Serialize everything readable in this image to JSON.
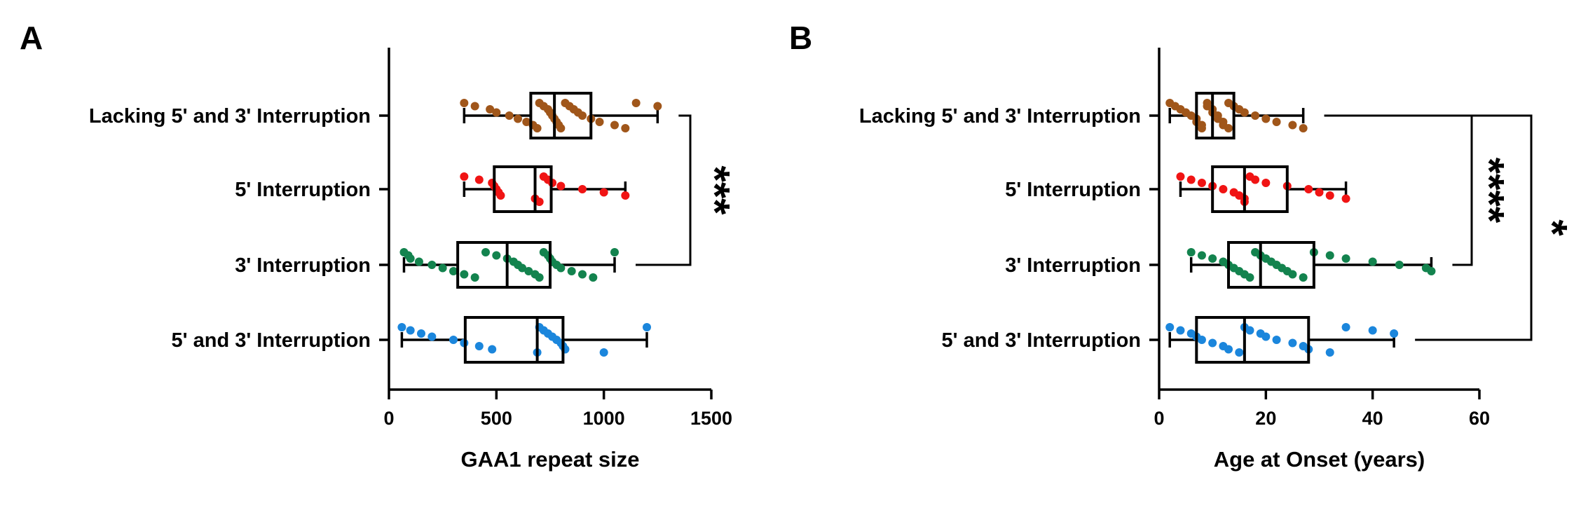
{
  "chart_data": [
    {
      "type": "box",
      "panel": "A",
      "xlabel": "GAA1 repeat size",
      "xlim": [
        0,
        1500
      ],
      "xticks": [
        0,
        500,
        1000,
        1500
      ],
      "categories": [
        "Lacking 5' and 3' Interruption",
        "5' Interruption",
        "3' Interruption",
        "5' and 3' Interruption"
      ],
      "colors": [
        "#A0561A",
        "#F01414",
        "#13834E",
        "#1B86DC"
      ],
      "boxes": [
        {
          "min": 350,
          "q1": 660,
          "median": 770,
          "q3": 940,
          "max": 1250
        },
        {
          "min": 350,
          "q1": 490,
          "median": 680,
          "q3": 755,
          "max": 1100
        },
        {
          "min": 70,
          "q1": 320,
          "median": 550,
          "q3": 750,
          "max": 1050
        },
        {
          "min": 60,
          "q1": 355,
          "median": 690,
          "q3": 810,
          "max": 1200
        }
      ],
      "points": [
        [
          350,
          400,
          470,
          500,
          560,
          600,
          640,
          670,
          690,
          700,
          720,
          740,
          750,
          760,
          770,
          780,
          790,
          800,
          820,
          840,
          860,
          880,
          900,
          940,
          980,
          1050,
          1100,
          1150,
          1250
        ],
        [
          350,
          420,
          480,
          490,
          500,
          510,
          520,
          680,
          700,
          720,
          740,
          760,
          800,
          900,
          1000,
          1100
        ],
        [
          70,
          90,
          100,
          140,
          200,
          250,
          300,
          350,
          400,
          450,
          500,
          550,
          580,
          600,
          620,
          650,
          680,
          700,
          720,
          740,
          750,
          760,
          780,
          800,
          850,
          900,
          950,
          1050
        ],
        [
          60,
          100,
          150,
          200,
          300,
          350,
          420,
          480,
          690,
          700,
          720,
          740,
          760,
          780,
          800,
          810,
          820,
          1000,
          1200
        ]
      ],
      "significance": [
        {
          "from": 0,
          "to": 2,
          "label": "***"
        }
      ]
    },
    {
      "type": "box",
      "panel": "B",
      "xlabel": "Age at Onset (years)",
      "xlim": [
        0,
        60
      ],
      "xticks": [
        0,
        20,
        40,
        60
      ],
      "categories": [
        "Lacking 5' and 3' Interruption",
        "5' Interruption",
        "3' Interruption",
        "5' and 3' Interruption"
      ],
      "colors": [
        "#A0561A",
        "#F01414",
        "#13834E",
        "#1B86DC"
      ],
      "boxes": [
        {
          "min": 2,
          "q1": 7,
          "median": 10,
          "q3": 14,
          "max": 27
        },
        {
          "min": 4,
          "q1": 10,
          "median": 16,
          "q3": 24,
          "max": 35
        },
        {
          "min": 6,
          "q1": 13,
          "median": 19,
          "q3": 29,
          "max": 51
        },
        {
          "min": 2,
          "q1": 7,
          "median": 16,
          "q3": 28,
          "max": 44
        }
      ],
      "points": [
        [
          2,
          3,
          4,
          5,
          6,
          7,
          7,
          8,
          8,
          9,
          9,
          10,
          10,
          11,
          11,
          12,
          12,
          13,
          13,
          14,
          15,
          16,
          18,
          20,
          22,
          25,
          27
        ],
        [
          4,
          6,
          8,
          10,
          12,
          14,
          15,
          16,
          16,
          17,
          18,
          20,
          24,
          28,
          30,
          32,
          35
        ],
        [
          6,
          8,
          10,
          12,
          13,
          14,
          15,
          16,
          17,
          18,
          19,
          20,
          21,
          22,
          23,
          24,
          25,
          27,
          29,
          32,
          35,
          40,
          45,
          50,
          51
        ],
        [
          2,
          4,
          6,
          7,
          8,
          10,
          12,
          13,
          15,
          16,
          17,
          19,
          20,
          22,
          25,
          27,
          28,
          32,
          35,
          40,
          44
        ]
      ],
      "significance": [
        {
          "from": 0,
          "to": 2,
          "label": "****"
        },
        {
          "from": 0,
          "to": 3,
          "label": "*"
        }
      ]
    }
  ]
}
